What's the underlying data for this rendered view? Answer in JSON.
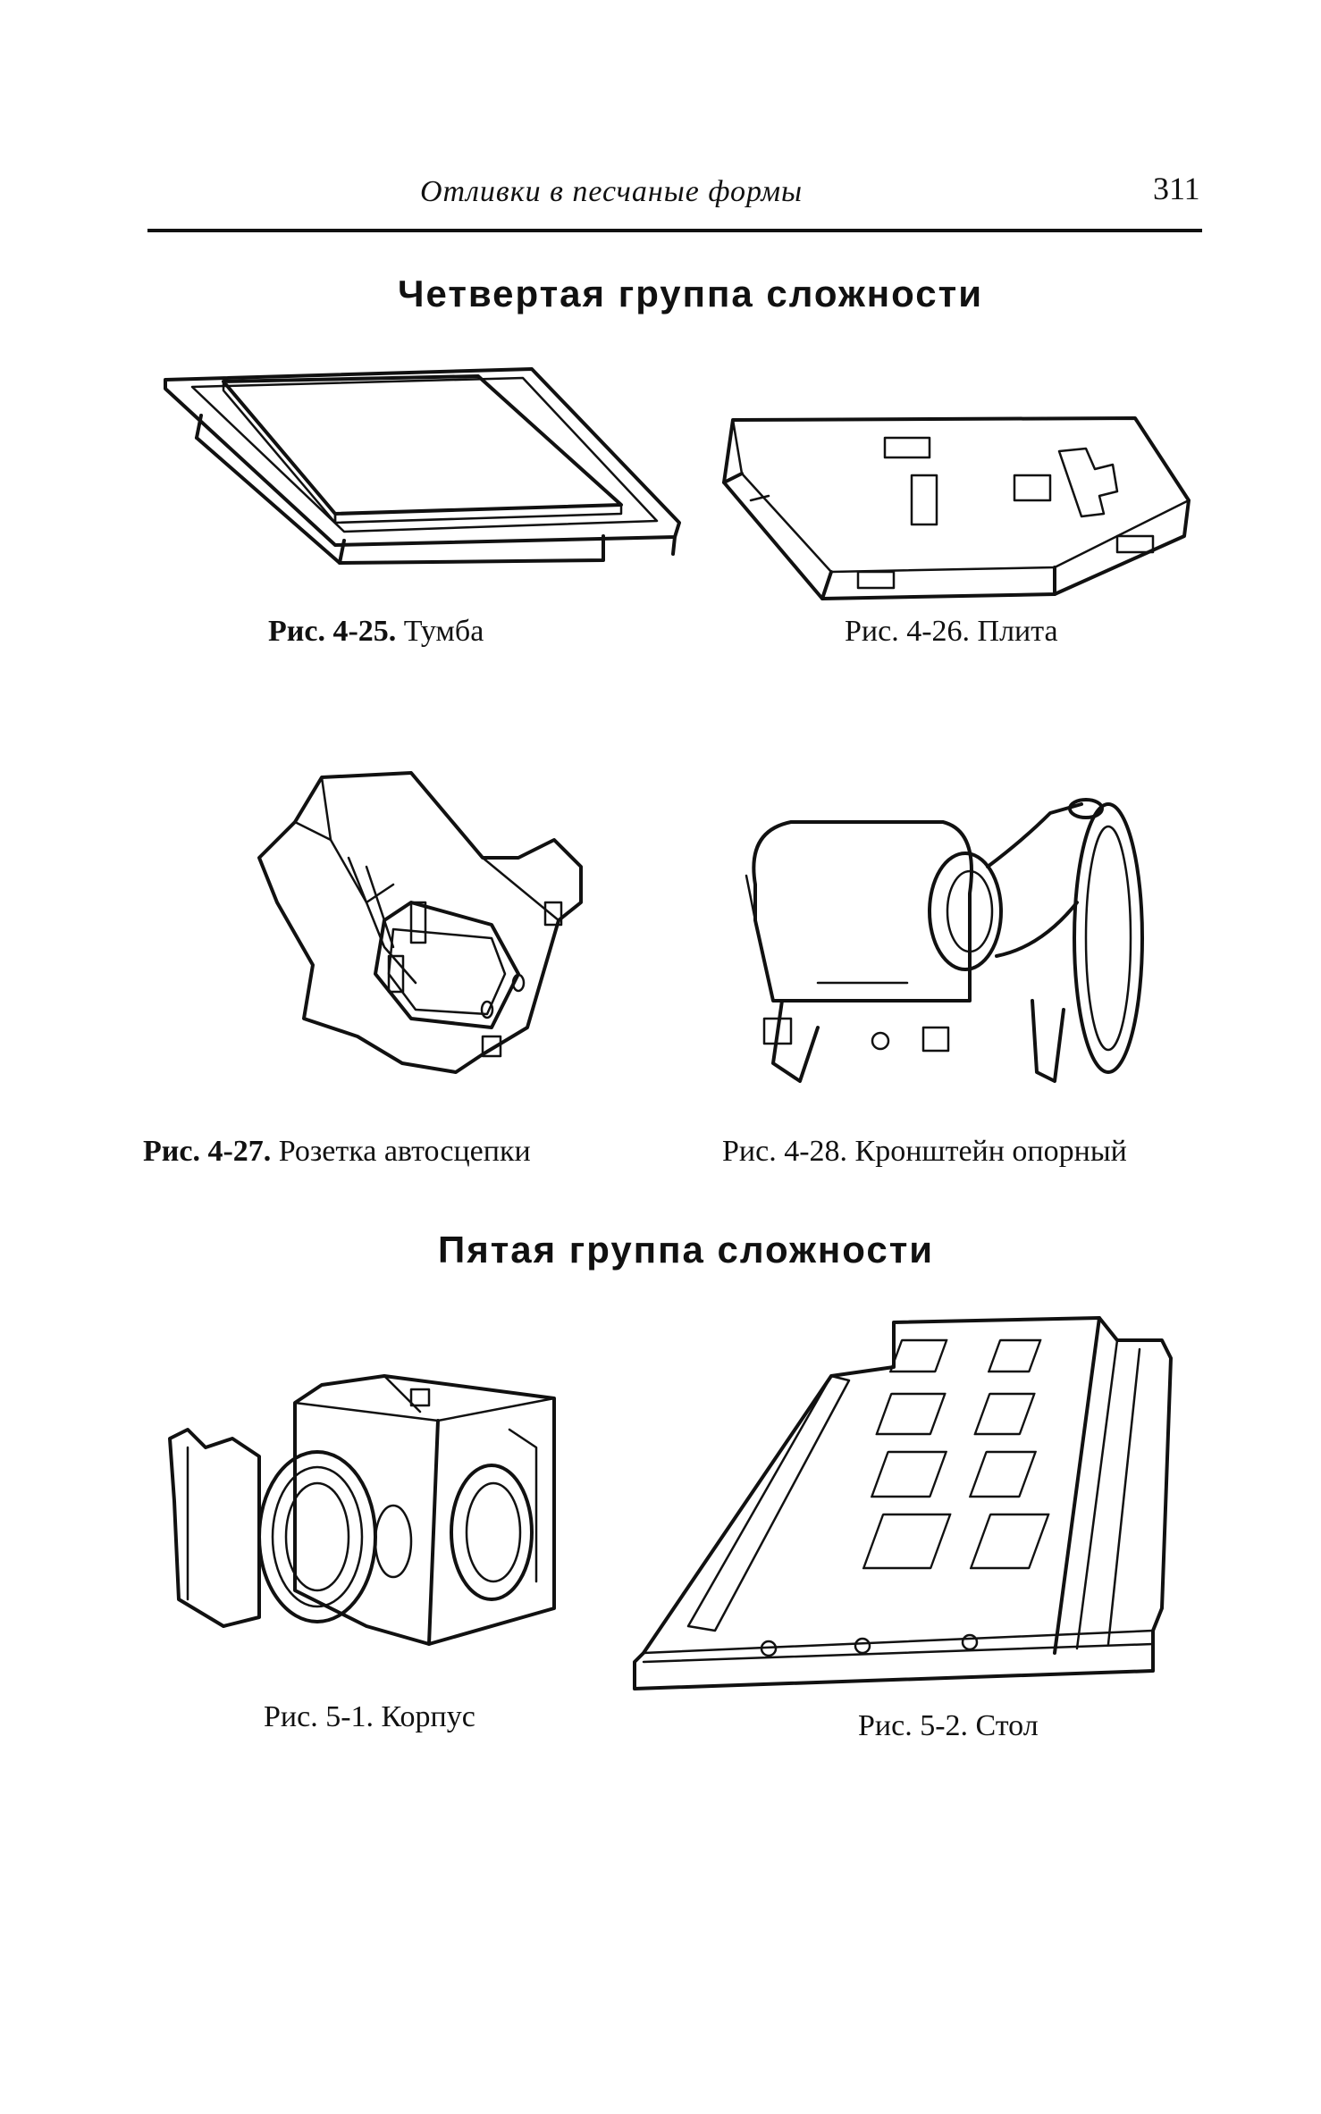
{
  "header": {
    "running_title": "Отливки в песчаные формы",
    "page_number": "311"
  },
  "sections": [
    {
      "heading": "Четвертая группа сложности",
      "figures": [
        {
          "number": "Рис. 4-25.",
          "title": "Тумба",
          "icon": "cabinet-casting-icon"
        },
        {
          "number": "Рис. 4-26.",
          "title": "Плита",
          "icon": "plate-casting-icon"
        },
        {
          "number": "Рис. 4-27.",
          "title": "Розетка автосцепки",
          "icon": "coupler-socket-icon"
        },
        {
          "number": "Рис. 4-28.",
          "title": "Кронштейн опорный",
          "icon": "support-bracket-icon"
        }
      ]
    },
    {
      "heading": "Пятая группа сложности",
      "figures": [
        {
          "number": "Рис. 5-1.",
          "title": "Корпус",
          "icon": "housing-casting-icon"
        },
        {
          "number": "Рис. 5-2.",
          "title": "Стол",
          "icon": "table-casting-icon"
        }
      ]
    }
  ]
}
